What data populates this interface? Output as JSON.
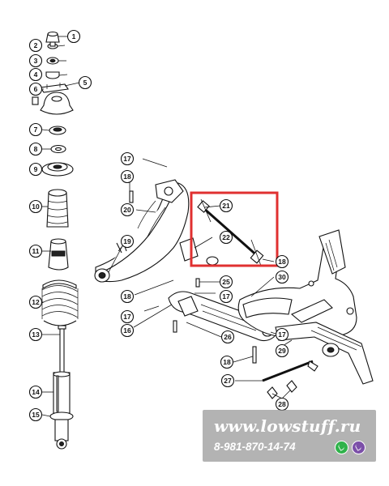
{
  "callouts": {
    "c1": "1",
    "c2": "2",
    "c3": "3",
    "c4": "4",
    "c5": "5",
    "c6": "6",
    "c7": "7",
    "c8": "8",
    "c9": "9",
    "c10": "10",
    "c11": "11",
    "c12": "12",
    "c13": "13",
    "c14": "14",
    "c15": "15",
    "c16": "16",
    "c17a": "17",
    "c17b": "17",
    "c17c": "17",
    "c17d": "17",
    "c18a": "18",
    "c18b": "18",
    "c18c": "18",
    "c18d": "18",
    "c19": "19",
    "c20": "20",
    "c21": "21",
    "c22": "22",
    "c25": "25",
    "c26": "26",
    "c27": "27",
    "c28": "28",
    "c29": "29",
    "c30": "30"
  },
  "highlight": {
    "color": "#e03030"
  },
  "watermark": {
    "url": "www.lowstuff.ru",
    "phone": "8-981-870-14-74",
    "whatsapp_color": "#2fb24a",
    "viber_color": "#7b4fa8"
  }
}
